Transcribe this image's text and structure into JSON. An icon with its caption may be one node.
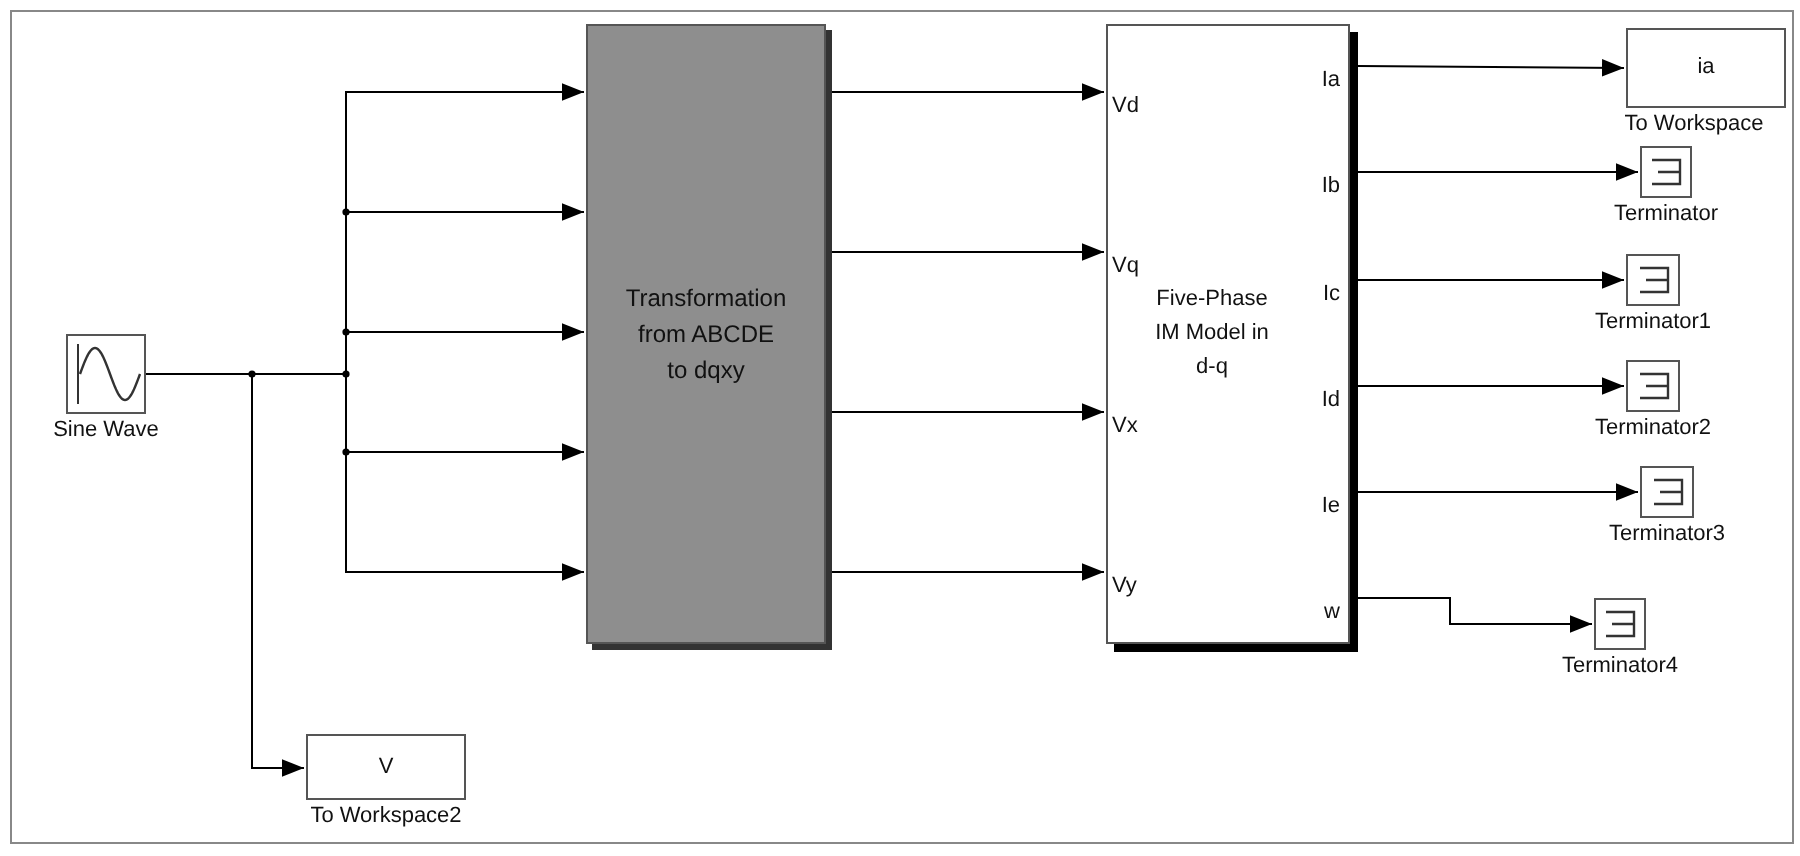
{
  "diagram": {
    "nodes": [
      {
        "text": [
          "Sine Wave"
        ]
      },
      {
        "text": [
          "Transformation from ABCDE to dqxy"
        ]
      },
      {
        "text": [
          "Vd",
          "Vq",
          "Vx",
          "Vy",
          "Five-Phase IM Model in d-q",
          "Ia",
          "Ib",
          "Ic",
          "Id",
          "Ie",
          "w"
        ]
      },
      {
        "text": [
          "ia",
          "To Workspace"
        ]
      },
      {
        "text": [
          "Terminator"
        ]
      },
      {
        "text": [
          "Terminator1"
        ]
      },
      {
        "text": [
          "Terminator2"
        ]
      },
      {
        "text": [
          "Terminator3"
        ]
      },
      {
        "text": [
          "Terminator4"
        ]
      },
      {
        "text": [
          "V",
          "To Workspace2"
        ]
      }
    ],
    "edges": [
      {
        "from": 0,
        "to": 1,
        "arrow": "to"
      },
      {
        "from": 0,
        "to": 1,
        "arrow": "to"
      },
      {
        "from": 0,
        "to": 1,
        "arrow": "to"
      },
      {
        "from": 0,
        "to": 1,
        "arrow": "to"
      },
      {
        "from": 0,
        "to": 1,
        "arrow": "to"
      },
      {
        "from": 0,
        "to": 9,
        "arrow": "to"
      },
      {
        "from": 1,
        "to": 2,
        "arrow": "to"
      },
      {
        "from": 1,
        "to": 2,
        "arrow": "to"
      },
      {
        "from": 1,
        "to": 2,
        "arrow": "to"
      },
      {
        "from": 1,
        "to": 2,
        "arrow": "to"
      },
      {
        "from": 2,
        "to": 3,
        "arrow": "to"
      },
      {
        "from": 2,
        "to": 4,
        "arrow": "to"
      },
      {
        "from": 2,
        "to": 5,
        "arrow": "to"
      },
      {
        "from": 2,
        "to": 6,
        "arrow": "to"
      },
      {
        "from": 2,
        "to": 7,
        "arrow": "to"
      },
      {
        "from": 2,
        "to": 8,
        "arrow": "to"
      }
    ]
  }
}
